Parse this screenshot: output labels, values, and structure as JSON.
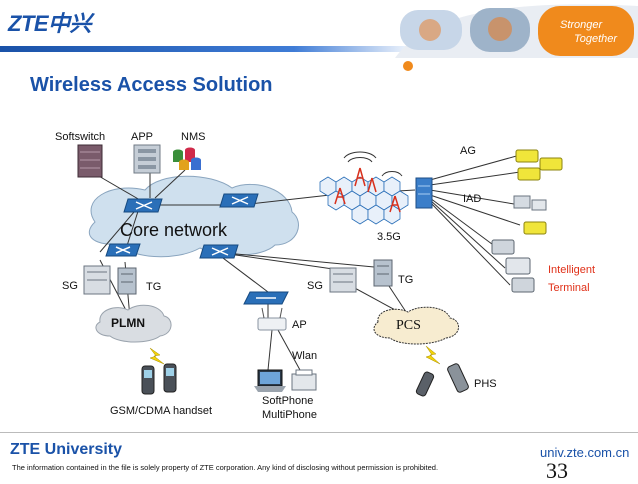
{
  "header": {
    "logo": "ZTE中兴",
    "slogan_line1": "Stronger",
    "slogan_line2": "Together"
  },
  "title": "Wireless Access Solution",
  "labels": {
    "softswitch": "Softswitch",
    "app": "APP",
    "nms": "NMS",
    "core_network": "Core network",
    "sg_left": "SG",
    "tg_left": "TG",
    "plmn": "PLMN",
    "sg_mid": "SG",
    "tg_mid": "TG",
    "ap": "AP",
    "wlan": "Wlan",
    "pcs": "PCS",
    "ag": "AG",
    "iad": "IAD",
    "g35": "3.5G",
    "intelligent": "Intelligent",
    "terminal": "Terminal",
    "phs": "PHS",
    "handset": "GSM/CDMA handset",
    "softphone": "SoftPhone",
    "multiphone": "MultiPhone"
  },
  "footer": {
    "university": "ZTE University",
    "url": "univ.zte.com.cn",
    "note": "The information contained in the file is solely property of ZTE corporation. Any kind of disclosing without permission is prohibited.",
    "page": "33"
  },
  "colors": {
    "brand_blue": "#1a52a8",
    "accent_orange": "#f08a1c",
    "router_blue": "#2a6fb8",
    "tower_red": "#d8301c",
    "warning_red": "#e03018",
    "link_gray": "#333333",
    "lightning_yellow": "#f2d20a"
  },
  "icons": [
    "router-icon",
    "server-icon",
    "database-icon",
    "gateway-icon",
    "tower-icon",
    "phone-icon",
    "handset-icon",
    "laptop-icon",
    "access-point-icon",
    "lightning-icon",
    "cloud-icon"
  ]
}
